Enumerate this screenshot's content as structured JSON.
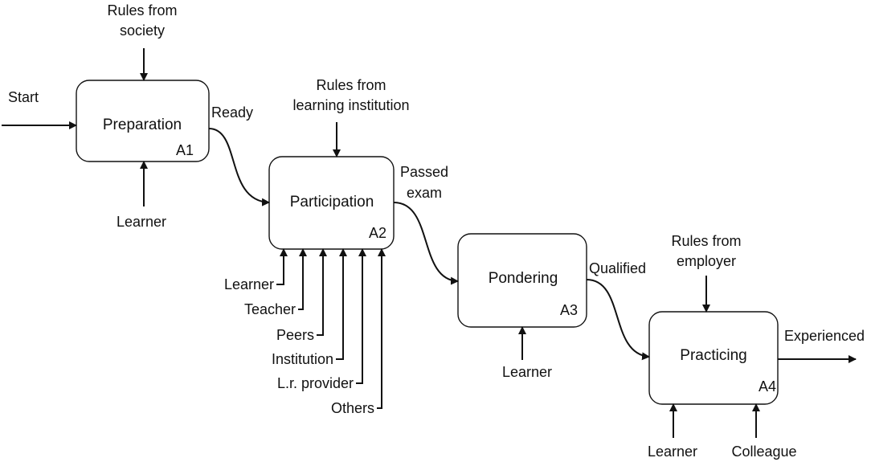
{
  "activities": [
    {
      "name": "Preparation",
      "code": "A1"
    },
    {
      "name": "Participation",
      "code": "A2"
    },
    {
      "name": "Pondering",
      "code": "A3"
    },
    {
      "name": "Practicing",
      "code": "A4"
    }
  ],
  "flow": {
    "start": "Start",
    "ready": "Ready",
    "passed_exam": [
      "Passed",
      "exam"
    ],
    "qualified": "Qualified",
    "experienced": "Experienced"
  },
  "controls": {
    "a1": [
      "Rules from",
      "society"
    ],
    "a2": [
      "Rules from",
      "learning institution"
    ],
    "a4": [
      "Rules from",
      "employer"
    ]
  },
  "mechanisms": {
    "a1": [
      "Learner"
    ],
    "a2": [
      "Learner",
      "Teacher",
      "Peers",
      "Institution",
      "L.r. provider",
      "Others"
    ],
    "a3": [
      "Learner"
    ],
    "a4": [
      "Learner",
      "Colleague"
    ]
  },
  "colors": {
    "stroke": "#111111",
    "background": "#ffffff"
  }
}
